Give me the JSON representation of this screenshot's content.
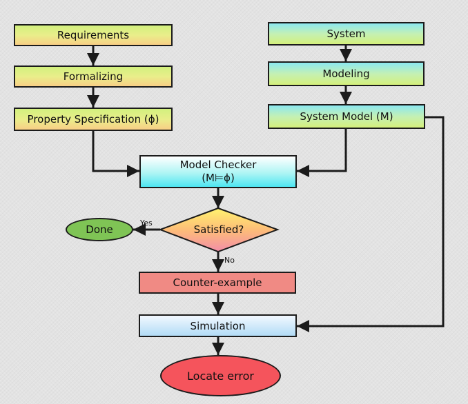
{
  "diagram": {
    "left_column": {
      "requirements": "Requirements",
      "formalizing": "Formalizing",
      "property_specification": "Property Specification (ϕ)"
    },
    "right_column": {
      "system": "System",
      "modeling": "Modeling",
      "system_model": "System Model (M)"
    },
    "model_checker": {
      "line1": "Model Checker",
      "line2": "(M⊨ϕ)"
    },
    "decision": "Satisfied?",
    "yes_label": "Yes",
    "no_label": "No",
    "done": "Done",
    "counter_example": "Counter-example",
    "simulation": "Simulation",
    "locate_error": "Locate error"
  },
  "colors": {
    "line": "#1b1b1b",
    "background": "#e3e3e3",
    "done_fill": "#7fc455",
    "locate_error_fill": "#f5545c",
    "counter_example_fill": "#f08a84"
  }
}
